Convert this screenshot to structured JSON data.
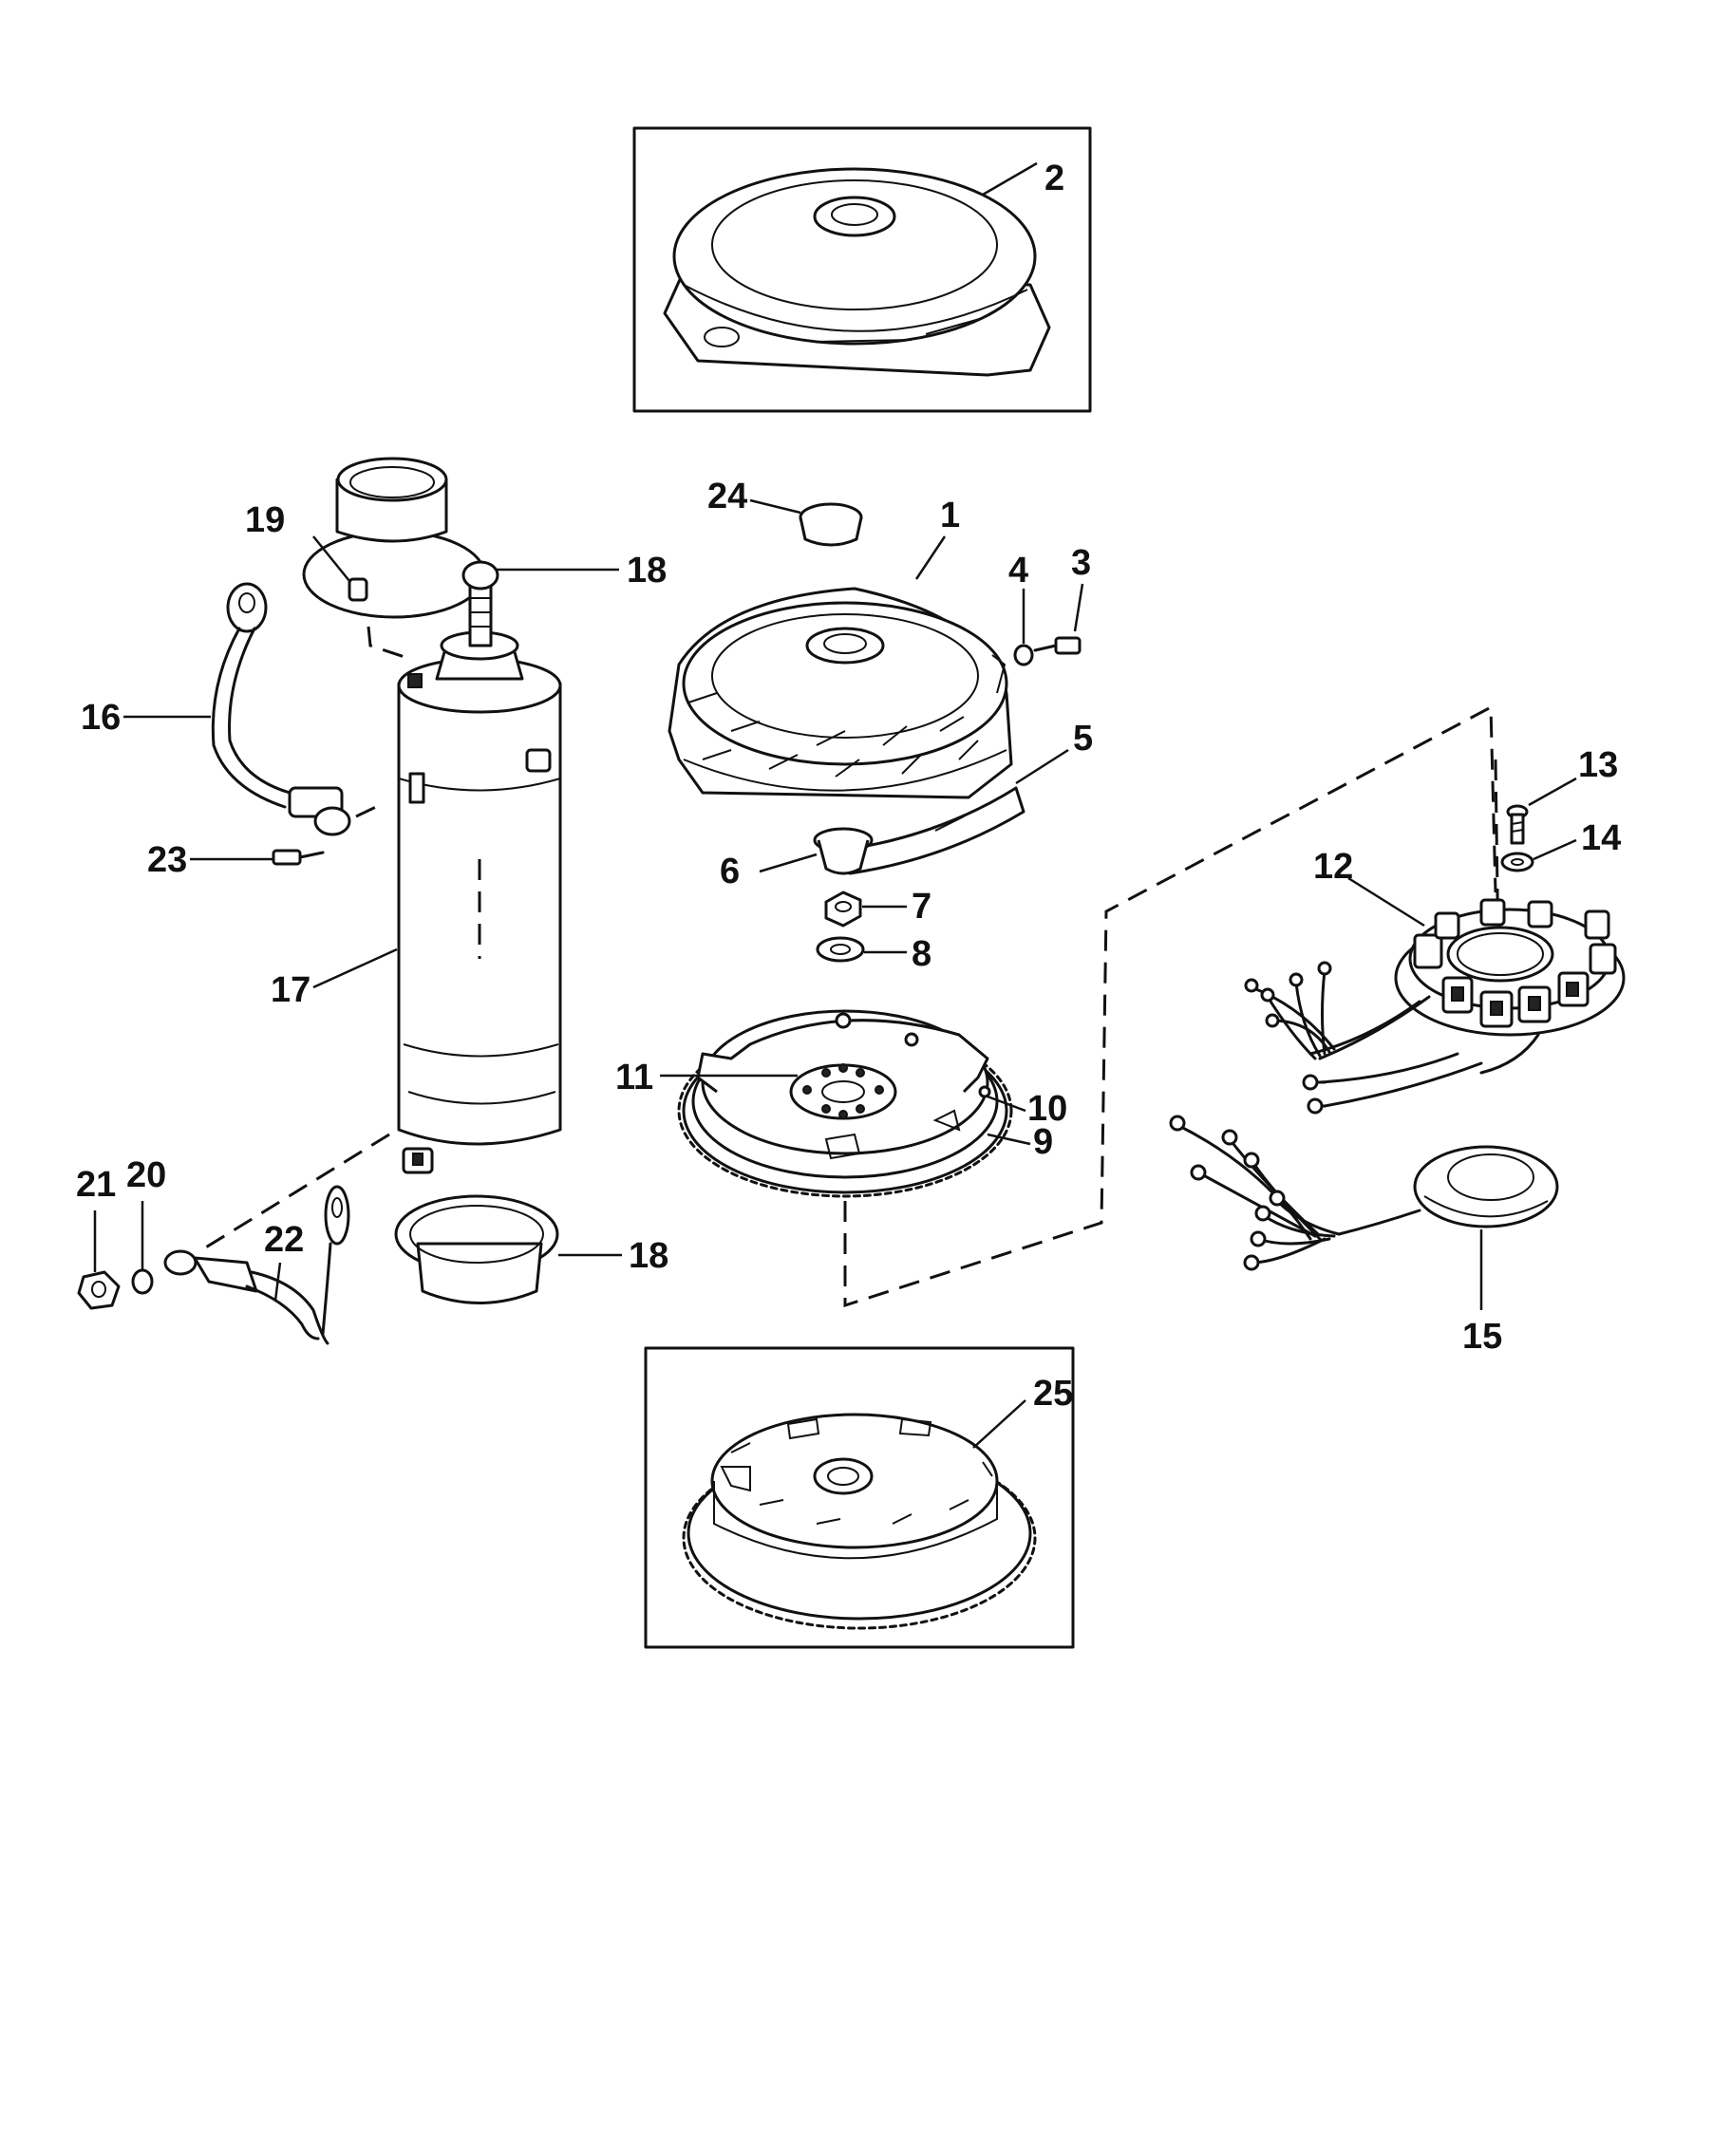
{
  "callouts": {
    "c1": "1",
    "c2": "2",
    "c3": "3",
    "c4": "4",
    "c5": "5",
    "c6": "6",
    "c7": "7",
    "c8": "8",
    "c9": "9",
    "c10": "10",
    "c11": "11",
    "c12": "12",
    "c13": "13",
    "c14": "14",
    "c15": "15",
    "c16": "16",
    "c17": "17",
    "c18a": "18",
    "c18b": "18",
    "c19": "19",
    "c20": "20",
    "c21": "21",
    "c22": "22",
    "c23": "23",
    "c24": "24",
    "c25": "25"
  }
}
